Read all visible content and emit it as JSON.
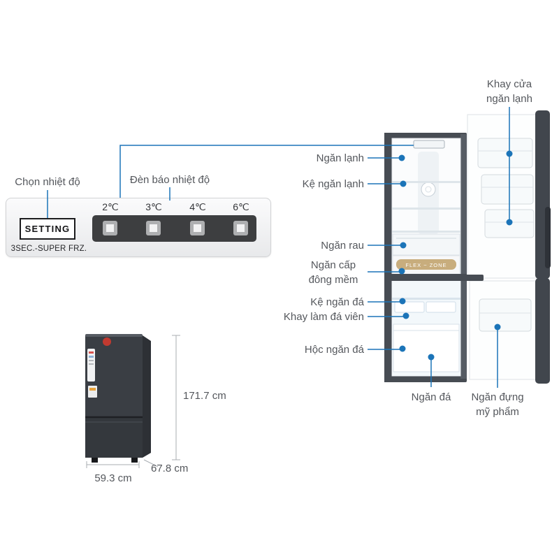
{
  "colors": {
    "accent": "#1B74B8",
    "label_gray": "#54575C",
    "fridge_dark": "#474C53"
  },
  "control_panel": {
    "choose_temp_label": "Chọn nhiệt độ",
    "indicator_label": "Đèn báo nhiệt độ",
    "temps": [
      "2℃",
      "3℃",
      "4℃",
      "6℃"
    ],
    "setting_button": "SETTING",
    "setting_caption": "3SEC.-SUPER FRZ."
  },
  "fridge": {
    "flex_zone_label": "FLEX ~ ZONE",
    "labels": {
      "door_tray": "Khay cửa ngăn lạnh",
      "cooler": "Ngăn lạnh",
      "cooler_shelf": "Kệ ngăn lạnh",
      "veg_drawer": "Ngăn rau",
      "soft_freeze": "Ngăn cấp đông mềm",
      "freezer_shelf": "Kệ ngăn đá",
      "ice_tray": "Khay làm đá viên",
      "freezer_bin": "Hộc ngăn đá",
      "freezer": "Ngăn đá",
      "cosmetic_tray": "Ngăn đựng mỹ phẩm"
    }
  },
  "dimensions": {
    "height": "171.7 cm",
    "depth": "67.8 cm",
    "width": "59.3 cm"
  }
}
